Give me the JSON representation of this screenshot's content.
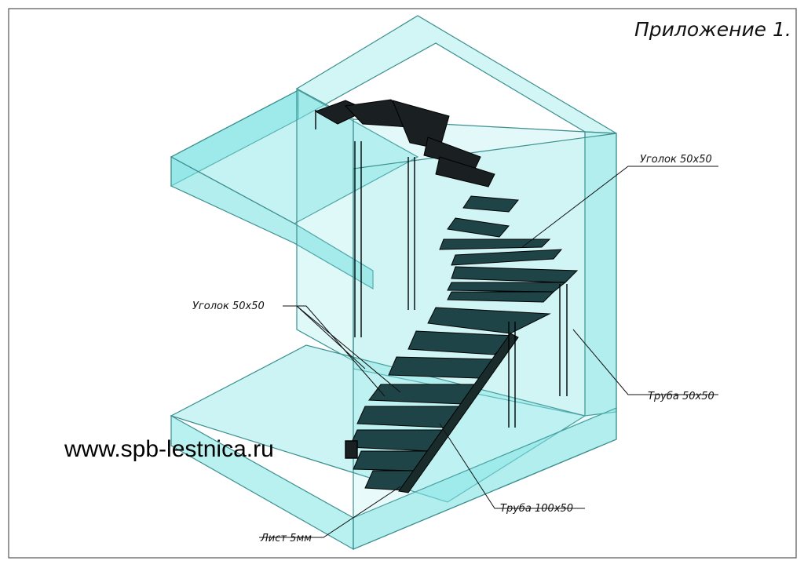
{
  "sheet_title": "Приложение 1.",
  "website": "www.spb-lestnica.ru",
  "callouts": {
    "angle_top": "Уголок 50x50",
    "angle_left": "Уголок 50x50",
    "pipe_50": "Труба 50x50",
    "pipe_100": "Труба 100x50",
    "sheet_5mm": "Лист 5мм"
  },
  "colors": {
    "glass_fill": "#7fe3e3",
    "glass_stroke": "#3c8f90",
    "tread": "#1f4447",
    "tread_dark": "#1a1f21",
    "frame_line": "#000000"
  }
}
